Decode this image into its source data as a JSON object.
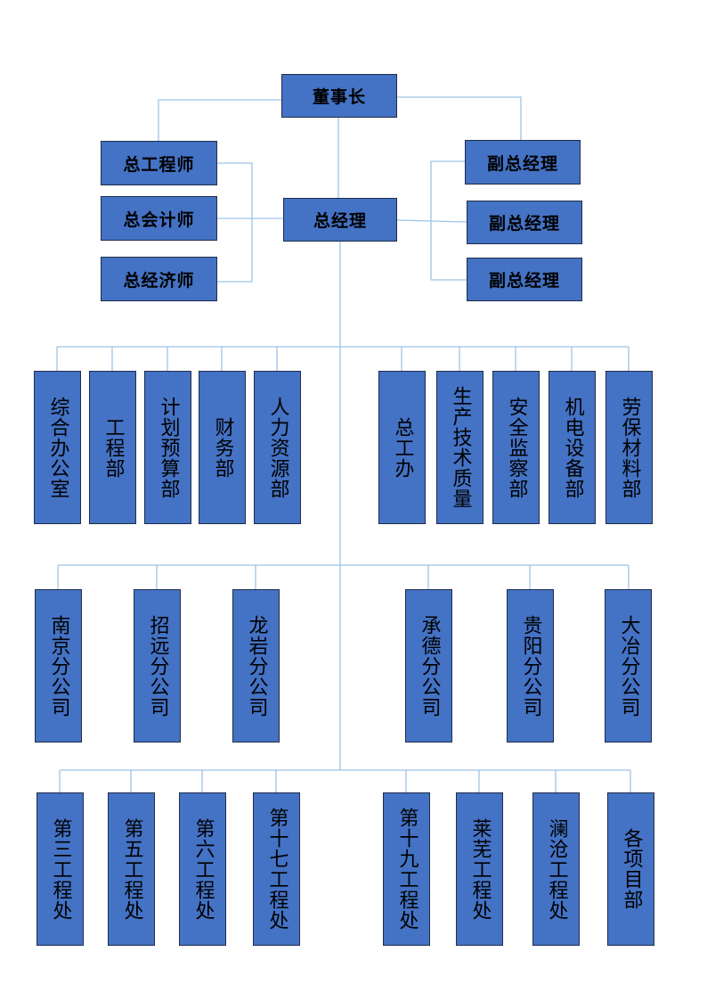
{
  "colors": {
    "box_fill": "#4472c4",
    "box_border": "#1f2d4a",
    "connector": "#9dc3e6"
  },
  "chairman": "董事长",
  "general_manager": "总经理",
  "chief_officers": [
    "总工程师",
    "总会计师",
    "总经济师"
  ],
  "deputy_managers": [
    "副总经理",
    "副总经理",
    "副总经理"
  ],
  "departments": [
    "综合办公室",
    "工程部",
    "计划预算部",
    "财务部",
    "人力资源部",
    "总工办",
    "生产技术质量",
    "安全监察部",
    "机电设备部",
    "劳保材料部"
  ],
  "branch_companies": [
    "南京分公司",
    "招远分公司",
    "龙岩分公司",
    "承德分公司",
    "贵阳分公司",
    "大冶分公司"
  ],
  "engineering_divisions": [
    "第三工程处",
    "第五工程处",
    "第六工程处",
    "第十七工程处",
    "第十九工程处",
    "莱芜工程处",
    "澜沧工程处",
    "各项目部"
  ]
}
